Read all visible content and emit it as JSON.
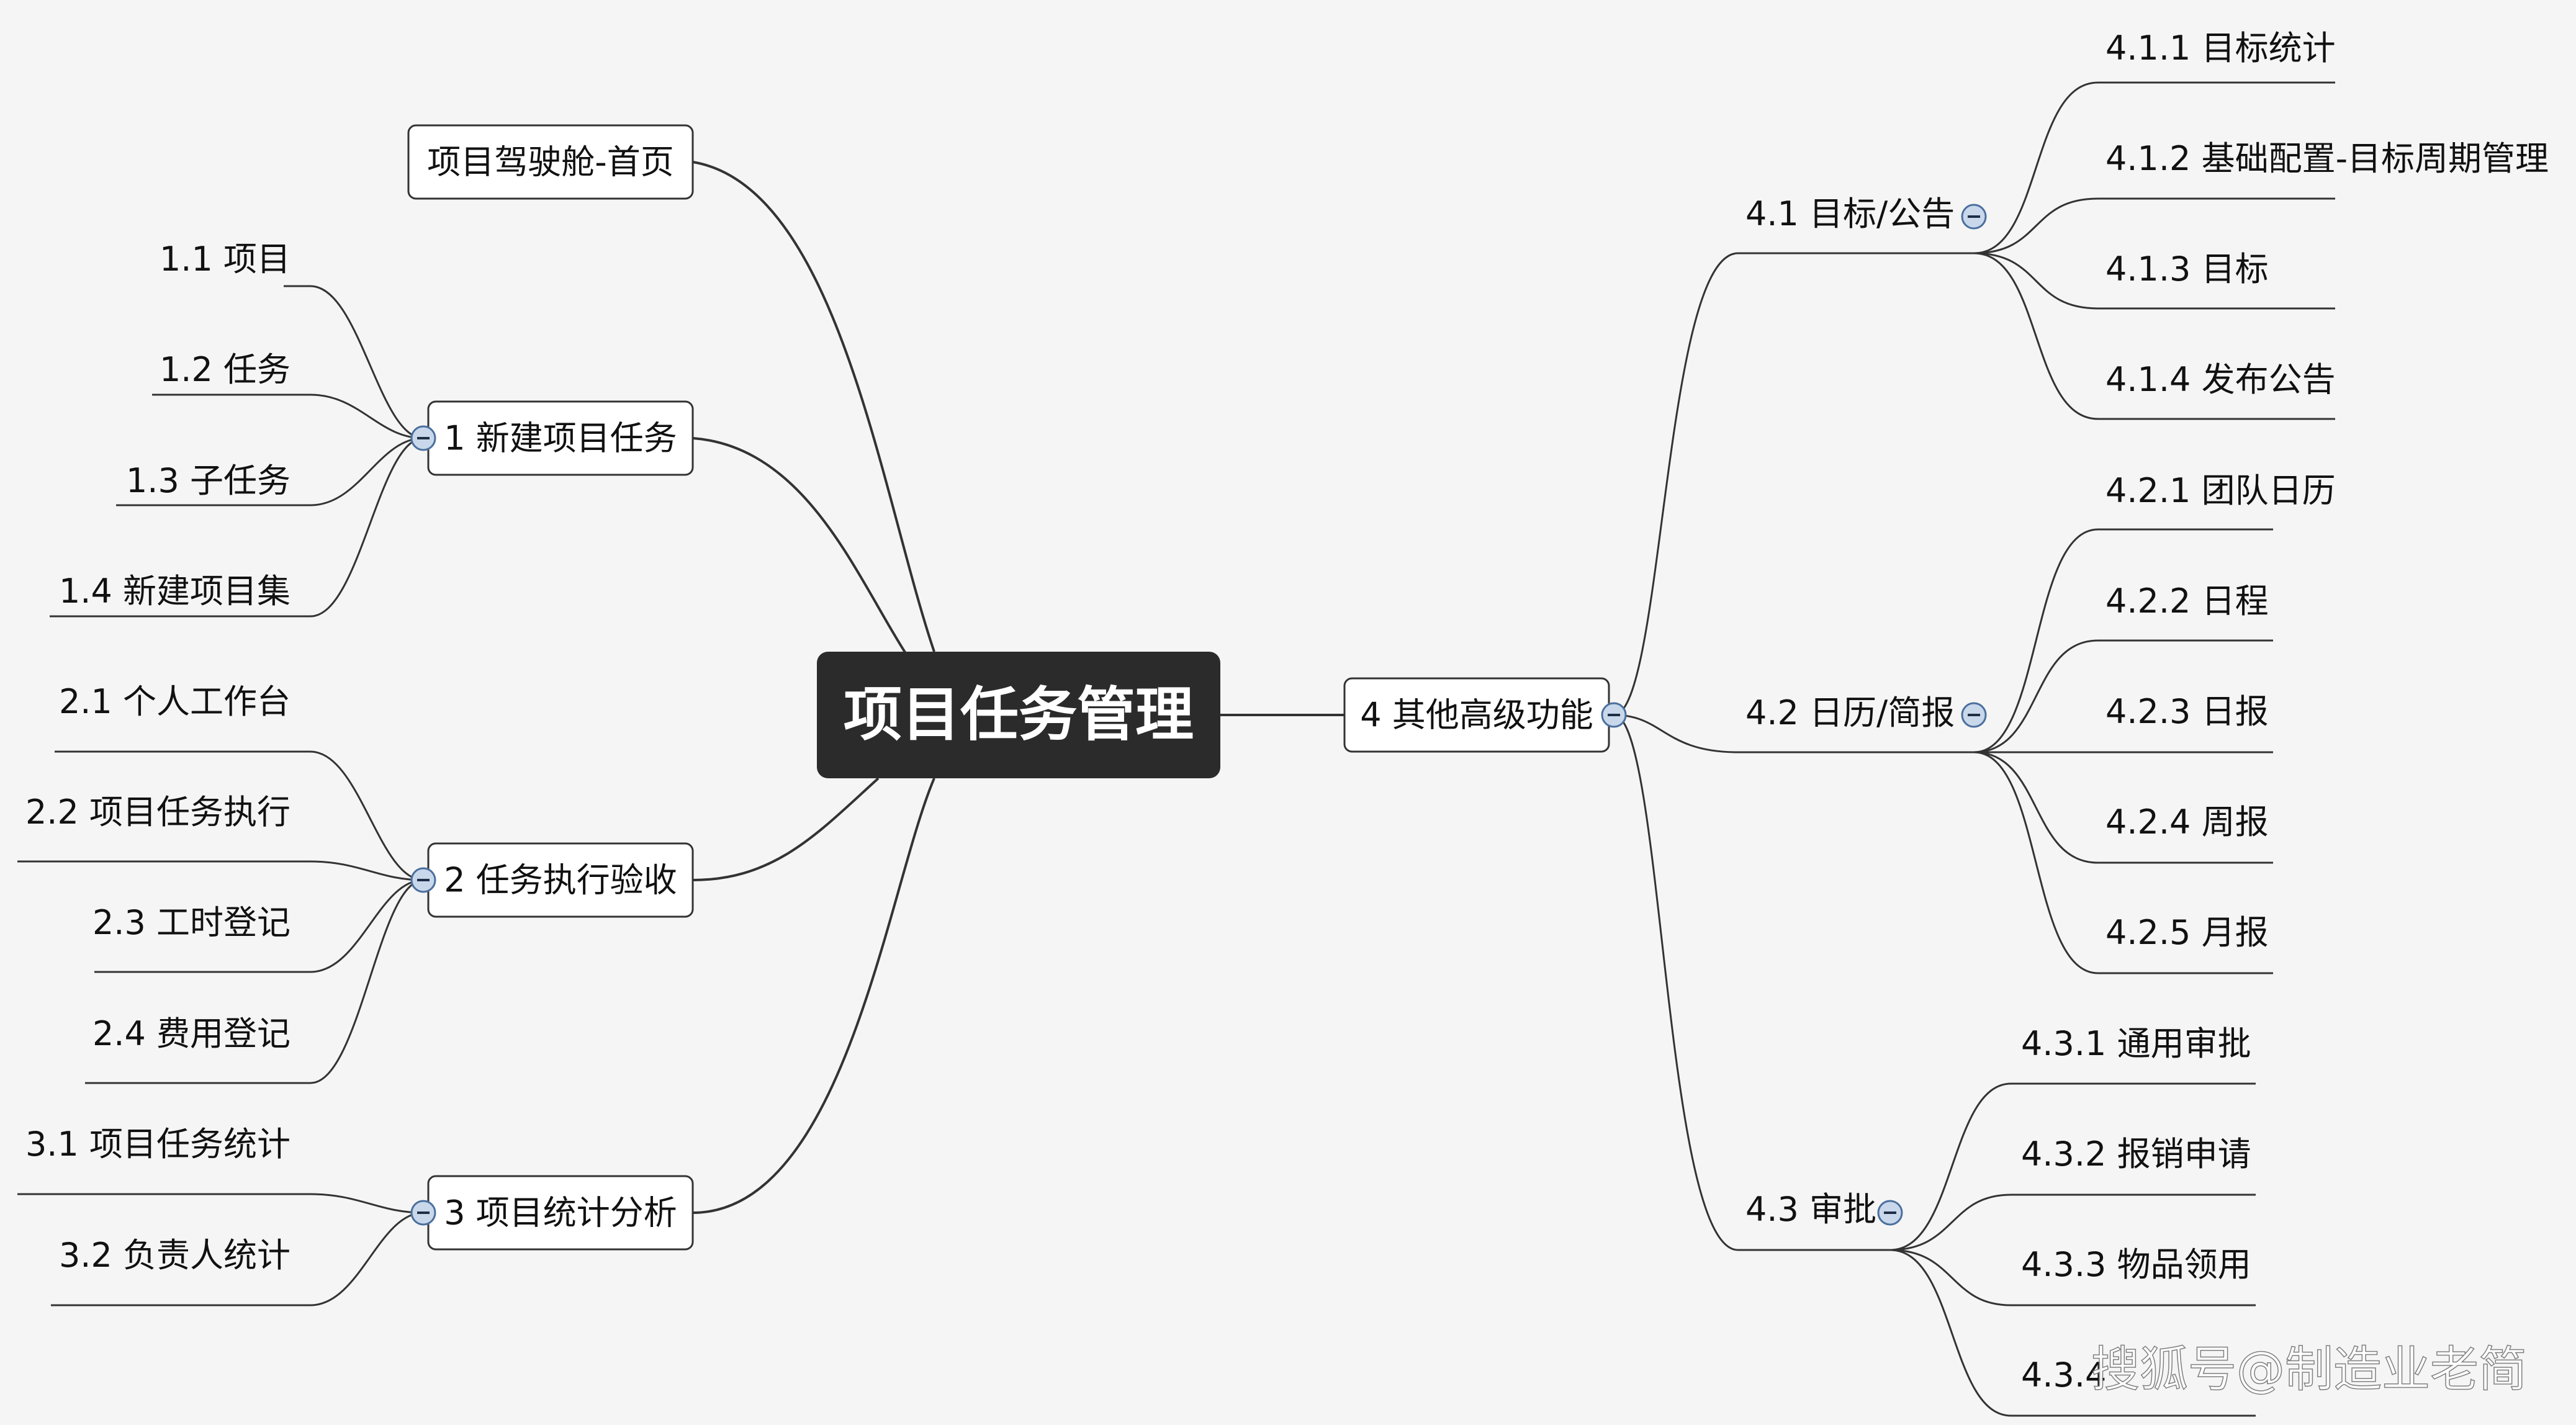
{
  "root": "项目任务管理",
  "left_branches": [
    {
      "id": "home",
      "label": "项目驾驶舱-首页",
      "children": []
    },
    {
      "id": "b1",
      "label": "1 新建项目任务",
      "children": [
        "1.1 项目",
        "1.2 任务",
        "1.3 子任务",
        "1.4 新建项目集"
      ]
    },
    {
      "id": "b2",
      "label": "2 任务执行验收",
      "children": [
        "2.1 个人工作台",
        "2.2 项目任务执行",
        "2.3 工时登记",
        "2.4 费用登记"
      ]
    },
    {
      "id": "b3",
      "label": "3 项目统计分析",
      "children": [
        "3.1 项目任务统计",
        "3.2 负责人统计"
      ]
    }
  ],
  "right_branch": {
    "label": "4 其他高级功能",
    "groups": [
      {
        "label": "4.1 目标/公告",
        "children": [
          "4.1.1 目标统计",
          "4.1.2 基础配置-目标周期管理",
          "4.1.3 目标",
          "4.1.4 发布公告"
        ]
      },
      {
        "label": "4.2 日历/简报",
        "children": [
          "4.2.1 团队日历",
          "4.2.2 日程",
          "4.2.3 日报",
          "4.2.4 周报",
          "4.2.5 月报"
        ]
      },
      {
        "label": "4.3 审批",
        "children": [
          "4.3.1 通用审批",
          "4.3.2 报销申请",
          "4.3.3 物品领用",
          "4.3.4"
        ]
      }
    ]
  },
  "watermark": "搜狐号@制造业老简",
  "colors": {
    "background": "#f5f5f5",
    "root_fill": "#2b2b2b",
    "root_text": "#ffffff",
    "line": "#333333",
    "toggle_fill": "#c8d7ea",
    "toggle_stroke": "#4a6f9e"
  }
}
